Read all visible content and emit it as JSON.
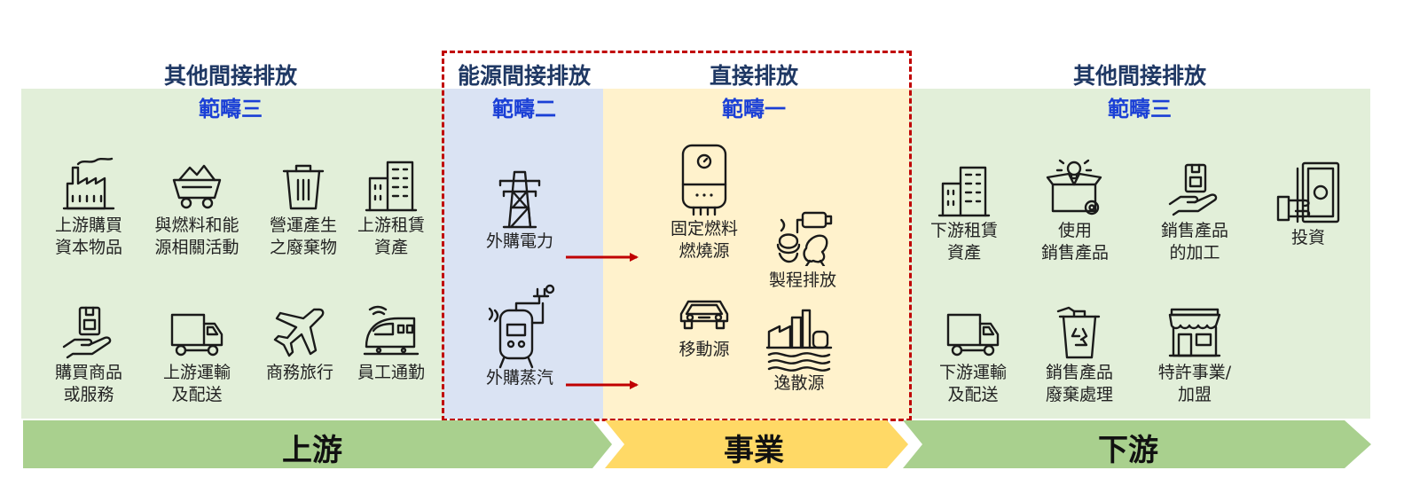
{
  "upstream": {
    "title": "其他間接排放",
    "scope": "範疇三",
    "band": "上游",
    "items": [
      {
        "label": "上游購買\n資本物品",
        "icon": "factory-icon"
      },
      {
        "label": "與燃料和能\n源相關活動",
        "icon": "coal-cart-icon"
      },
      {
        "label": "營運產生\n之廢棄物",
        "icon": "trash-can-icon"
      },
      {
        "label": "上游租賃\n資產",
        "icon": "buildings-icon"
      },
      {
        "label": "購買商品\n或服務",
        "icon": "hand-product-icon"
      },
      {
        "label": "上游運輸\n及配送",
        "icon": "truck-icon"
      },
      {
        "label": "商務旅行",
        "icon": "airplane-icon"
      },
      {
        "label": "員工通勤",
        "icon": "train-icon"
      }
    ]
  },
  "scope2": {
    "title": "能源間接排放",
    "scope": "範疇二",
    "items": [
      {
        "label": "外購電力",
        "icon": "power-tower-icon"
      },
      {
        "label": "外購蒸汽",
        "icon": "steam-boiler-icon"
      }
    ]
  },
  "scope1": {
    "title": "直接排放",
    "scope": "範疇一",
    "band": "事業",
    "items": [
      {
        "label": "固定燃料\n燃燒源",
        "icon": "boiler-icon"
      },
      {
        "label": "製程排放",
        "icon": "process-icon"
      },
      {
        "label": "移動源",
        "icon": "car-icon"
      },
      {
        "label": "逸散源",
        "icon": "fugitive-icon"
      }
    ]
  },
  "downstream": {
    "title": "其他間接排放",
    "scope": "範疇三",
    "band": "下游",
    "items": [
      {
        "label": "下游租賃\n資產",
        "icon": "buildings-icon"
      },
      {
        "label": "使用\n銷售產品",
        "icon": "product-box-icon"
      },
      {
        "label": "銷售產品\n的加工",
        "icon": "hand-product-icon"
      },
      {
        "label": "投資",
        "icon": "money-icon"
      },
      {
        "label": "下游運輸\n及配送",
        "icon": "truck-icon"
      },
      {
        "label": "銷售產品\n廢棄處理",
        "icon": "recycle-bin-icon"
      },
      {
        "label": "特許事業/\n加盟",
        "icon": "store-icon"
      }
    ]
  },
  "colors": {
    "green_panel": "#e2efd9",
    "blue_panel": "#dae3f3",
    "yellow_panel": "#fff2cc",
    "green_band": "#a9d08e",
    "yellow_band": "#ffd966",
    "boundary": "#c00000",
    "arrow": "#c00000",
    "title": "#1f3864",
    "scope": "#1a3fd6"
  }
}
